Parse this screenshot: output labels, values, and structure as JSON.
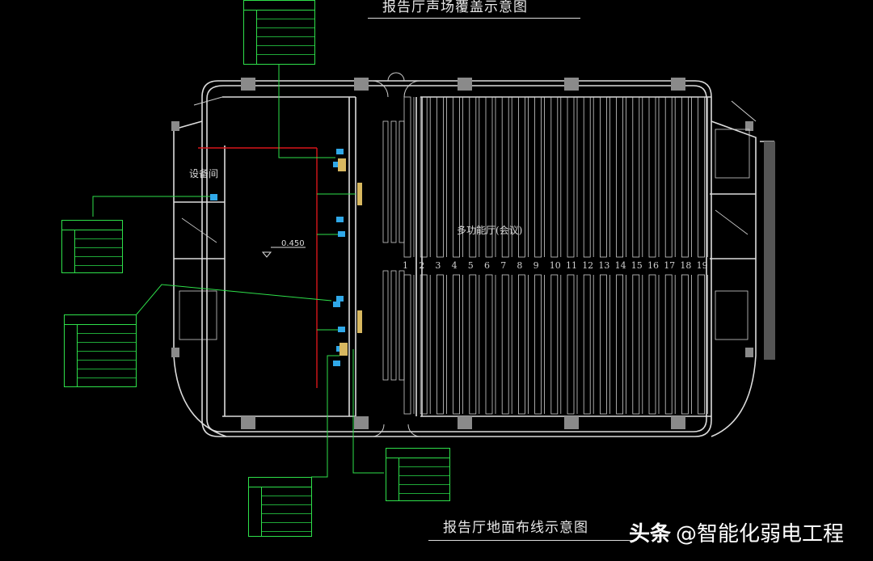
{
  "titles": {
    "top": "报告厅声场覆盖示意图",
    "bottom": "报告厅地面布线示意图"
  },
  "watermark": {
    "brand": "头条",
    "handle": "@智能化弱电工程"
  },
  "rooms": {
    "equipment": "设备间",
    "main_hall": "多功能厅(会议)",
    "floor_level": "0.450"
  },
  "seat_rows": [
    "1",
    "2",
    "3",
    "4",
    "5",
    "6",
    "7",
    "8",
    "9",
    "10",
    "11",
    "12",
    "13",
    "14",
    "15",
    "16",
    "17",
    "18",
    "19"
  ],
  "colors": {
    "background": "#000000",
    "walls": "#dcdcdc",
    "cable_tags": "#2ee04a",
    "feed_line": "#d8161a",
    "speakers": "#30a8e8",
    "consoles": "#d8b860"
  }
}
